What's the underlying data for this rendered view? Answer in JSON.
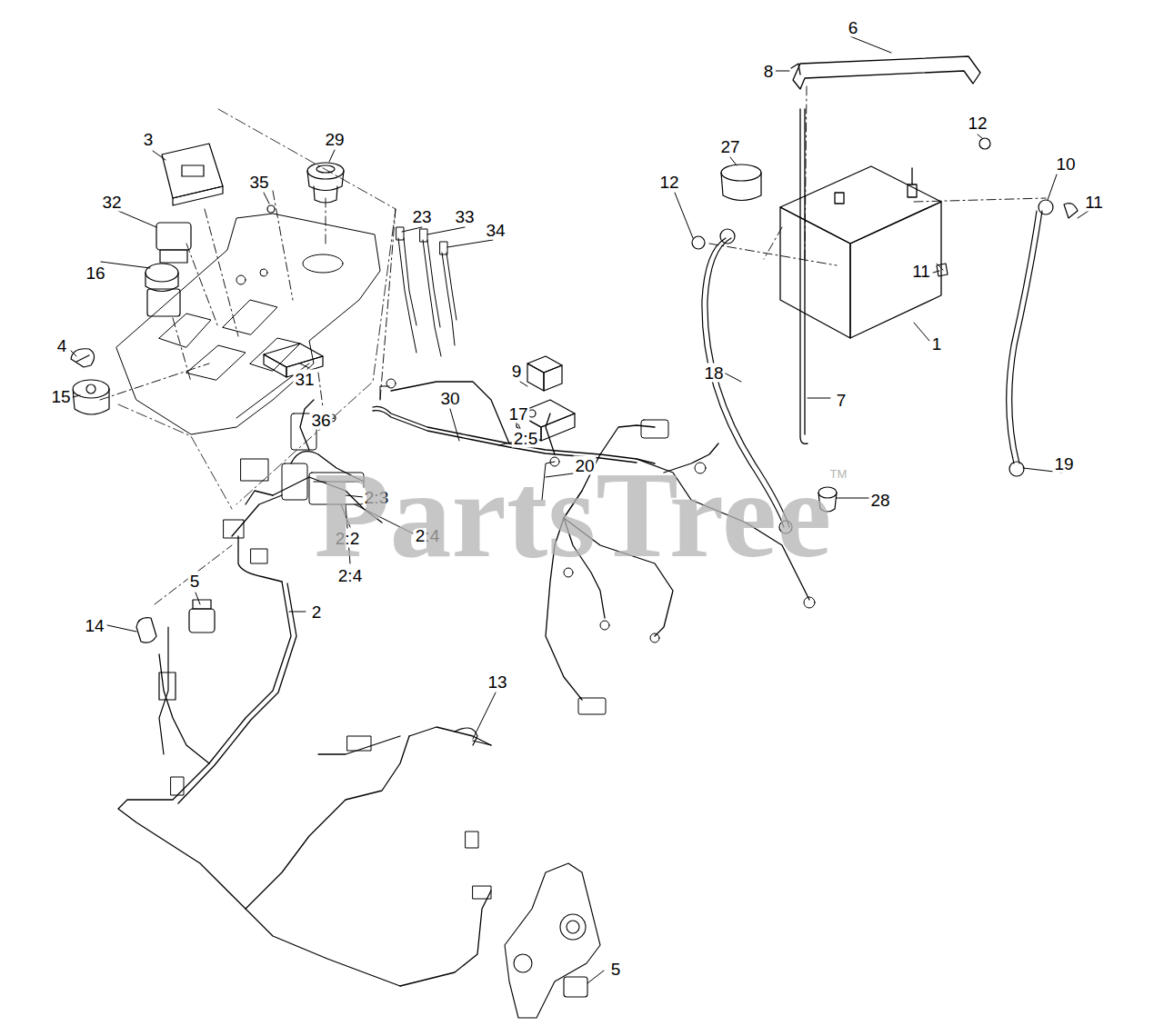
{
  "diagram": {
    "labels": [
      "6",
      "8",
      "3",
      "29",
      "12",
      "10",
      "27",
      "35",
      "11",
      "23",
      "33",
      "12",
      "32",
      "34",
      "16",
      "11",
      "1",
      "4",
      "9",
      "18",
      "15",
      "31",
      "7",
      "30",
      "17",
      "36",
      "2:5",
      "20",
      "19",
      "28",
      "2:3",
      "2:4",
      "2:2",
      "2:4",
      "5",
      "2",
      "14",
      "13",
      "5",
      "PartsTree",
      "TM"
    ]
  }
}
